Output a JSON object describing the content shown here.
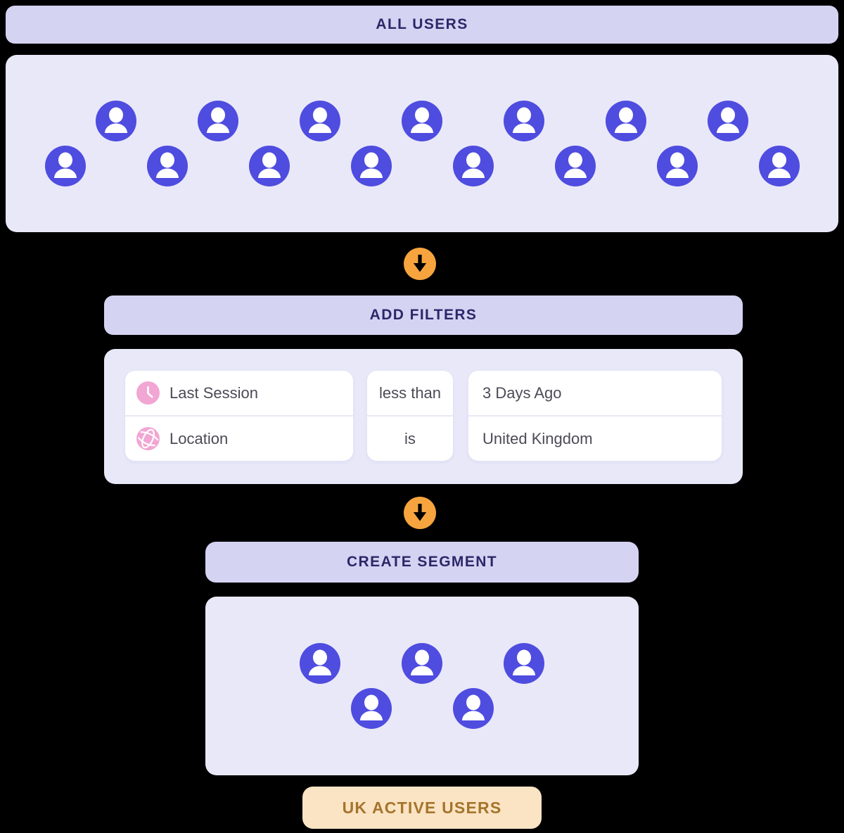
{
  "colors": {
    "background": "#000000",
    "bar_bg": "#d5d3f2",
    "bar_text": "#2b2869",
    "panel_bg": "#e9e8f8",
    "user_icon": "#4f4ce0",
    "icon_fg": "#ffffff",
    "arrow_bg": "#f7a43f",
    "arrow_glyph": "#000000",
    "card_bg": "#ffffff",
    "card_divider": "#eae8f6",
    "filter_text": "#4b4b57",
    "pink_icon": "#f1a6d3",
    "result_bg": "#fbe4c3",
    "result_text": "#a5742d"
  },
  "all_users": {
    "title": "ALL USERS",
    "top_row_count": 7,
    "bottom_row_count": 8,
    "total_users": 15
  },
  "filters": {
    "title": "ADD FILTERS",
    "rows": [
      {
        "icon": "clock-icon",
        "field": "Last Session",
        "operator": "less than",
        "value": "3 Days Ago"
      },
      {
        "icon": "globe-icon",
        "field": "Location",
        "operator": "is",
        "value": "United Kingdom"
      }
    ]
  },
  "segment": {
    "title": "CREATE SEGMENT",
    "top_row_count": 3,
    "bottom_row_count": 2,
    "total_users": 5
  },
  "result": {
    "label": "UK ACTIVE USERS"
  },
  "icons": {
    "arrow": "arrow-down-icon",
    "user": "user-avatar-icon",
    "clock": "clock-icon",
    "globe": "globe-icon"
  }
}
